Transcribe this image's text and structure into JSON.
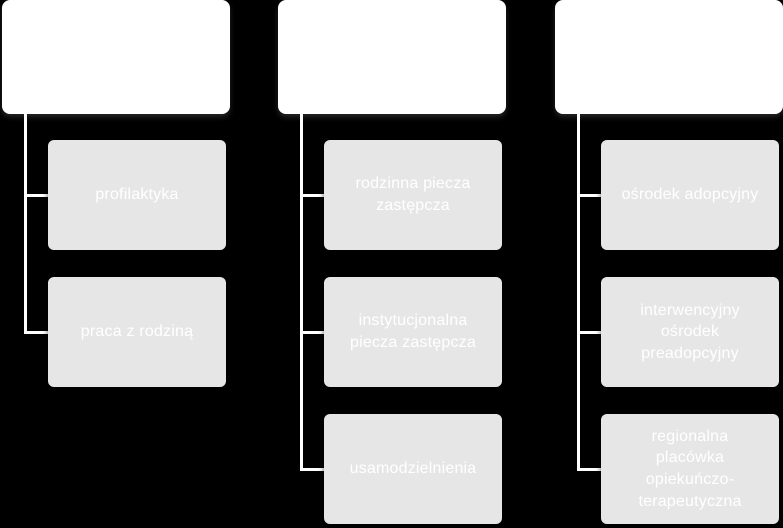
{
  "columns": [
    {
      "header": "",
      "items": [
        {
          "label": "profilaktyka"
        },
        {
          "label": "praca z rodziną"
        }
      ]
    },
    {
      "header": "",
      "items": [
        {
          "label": "rodzinna piecza\nzastępcza"
        },
        {
          "label": "instytucjonalna\npiecza zastępcza"
        },
        {
          "label": "usamodzielnienia"
        }
      ]
    },
    {
      "header": "",
      "items": [
        {
          "label": "ośrodek adopcyjny"
        },
        {
          "label": "interwencyjny\nośrodek\npreadopcyjny"
        },
        {
          "label": "regionalna\nplacówka\nopiekuńczo-\nterapeutyczna"
        }
      ]
    }
  ],
  "colors": {
    "background": "#000000",
    "header_box": "#ffffff",
    "child_box": "#e6e6e6",
    "connector": "#ffffff",
    "child_text": "#ffffff"
  }
}
